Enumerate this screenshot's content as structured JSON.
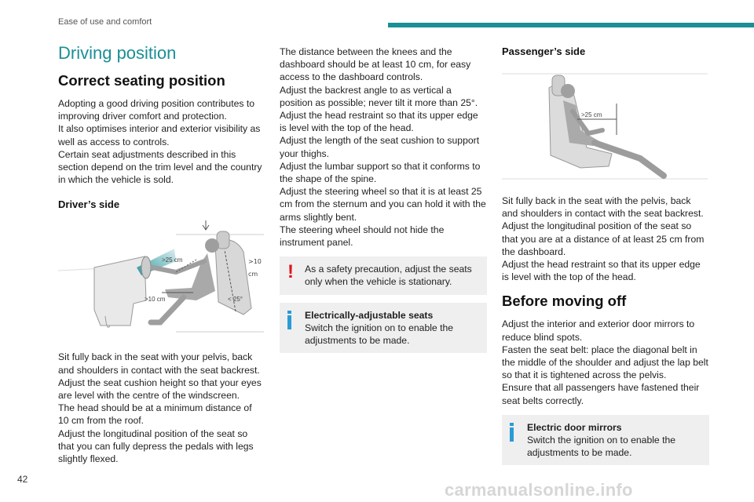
{
  "header": {
    "section": "Ease of use and comfort",
    "page_number": "42"
  },
  "watermark": "carmanualsonline.info",
  "col1": {
    "title": "Driving position",
    "subtitle": "Correct seating position",
    "intro": [
      "Adopting a good driving position contributes to improving driver comfort and protection.",
      "It also optimises interior and exterior visibility as well as access to controls.",
      "Certain seat adjustments described in this section depend on the trim level and the country in which the vehicle is sold."
    ],
    "driver_heading": "Driver’s side",
    "driver_fig_labels": {
      "roof": ">10 cm",
      "wheel": ">25 cm",
      "knees": ">10 cm",
      "angle": "< 25°"
    },
    "driver_text": [
      "Sit fully back in the seat with your pelvis, back and shoulders in contact with the seat backrest.",
      "Adjust the seat cushion height so that your eyes are level with the centre of the windscreen.",
      "The head should be at a minimum distance of 10 cm from the roof.",
      "Adjust the longitudinal position of the seat so that you can fully depress the pedals with legs slightly flexed."
    ]
  },
  "col2": {
    "text": [
      "The distance between the knees and the dashboard should be at least 10 cm, for easy access to the dashboard controls.",
      "Adjust the backrest angle to as vertical a position as possible; never tilt it more than 25°.",
      "Adjust the head restraint so that its upper edge is level with the top of the head.",
      "Adjust the length of the seat cushion to support your thighs.",
      "Adjust the lumbar support so that it conforms to the shape of the spine.",
      "Adjust the steering wheel so that it is at least 25 cm from the sternum and you can hold it with the arms slightly bent.",
      "The steering wheel should not hide the instrument panel."
    ],
    "warning": "As a safety precaution, adjust the seats only when the vehicle is stationary.",
    "info_title": "Electrically-adjustable seats",
    "info_text": "Switch the ignition on to enable the adjustments to be made."
  },
  "col3": {
    "passenger_heading": "Passenger’s side",
    "passenger_fig_label": ">25 cm",
    "passenger_text": [
      "Sit fully back in the seat with the pelvis, back and shoulders in contact with the seat backrest.",
      "Adjust the longitudinal position of the seat so that you are at a distance of at least 25 cm from the dashboard.",
      "Adjust the head restraint so that its upper edge is level with the top of the head."
    ],
    "before_heading": "Before moving off",
    "before_text": [
      "Adjust the interior and exterior door mirrors to reduce blind spots.",
      "Fasten the seat belt: place the diagonal belt in the middle of the shoulder and adjust the lap belt so that it is tightened across the pelvis.",
      "Ensure that all passengers have fastened their seat belts correctly."
    ],
    "info_title": "Electric door mirrors",
    "info_text": "Switch the ignition on to enable the adjustments to be made."
  },
  "colors": {
    "accent": "#1a8f96",
    "warning": "#e0141e",
    "info": "#2a9bd7",
    "box_bg": "#efefef"
  }
}
